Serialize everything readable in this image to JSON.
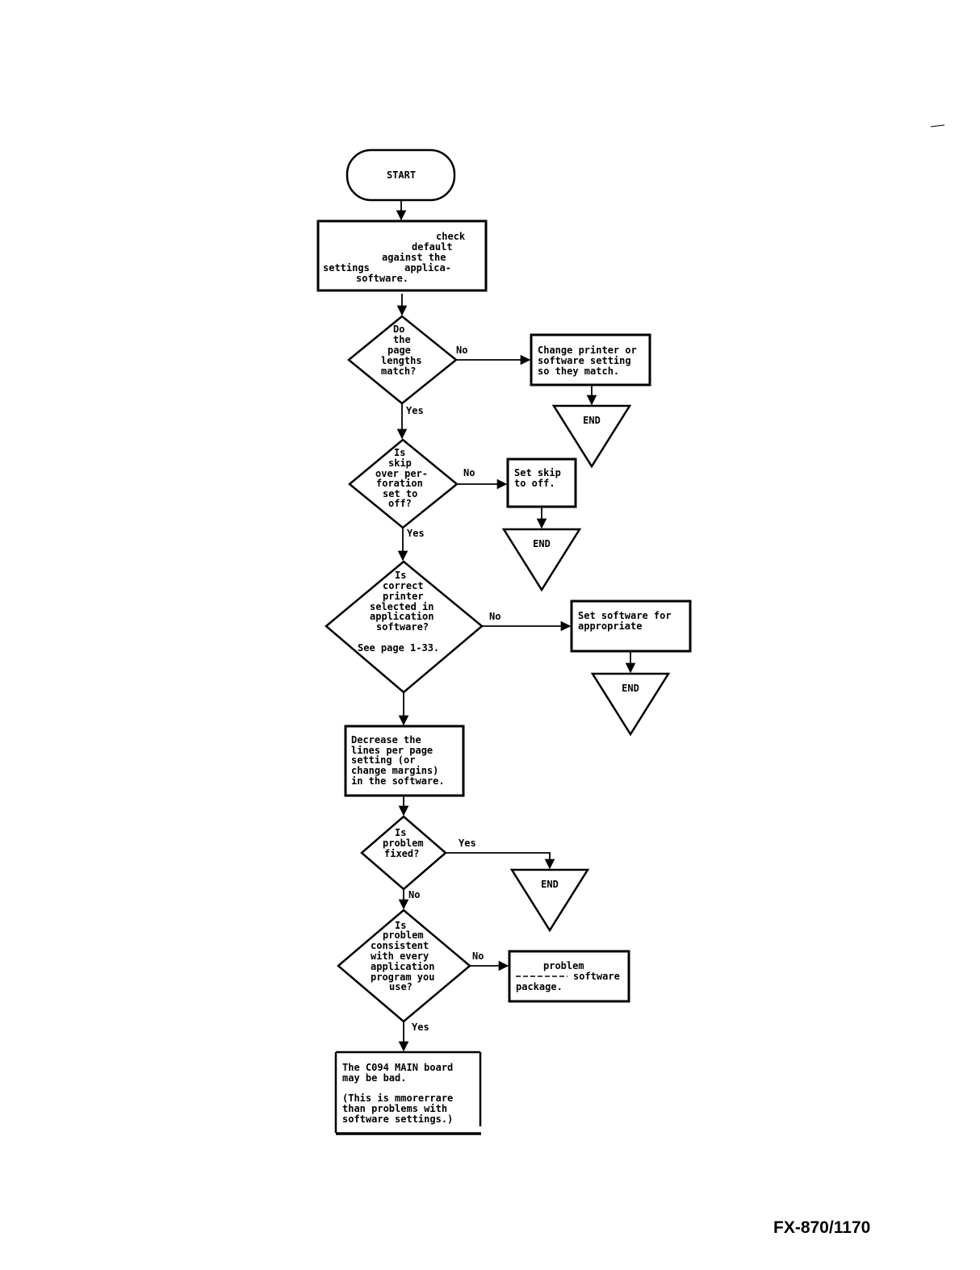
{
  "footer": {
    "model": "FX-870/1170"
  },
  "flowchart": {
    "start": "START",
    "check_defaults": [
      "check",
      "default",
      "against the",
      "settings      applica-",
      "software."
    ],
    "q_page_lengths": [
      "Do",
      "the",
      "page",
      "lengths",
      "match?"
    ],
    "change_setting": [
      "Change printer or",
      "software setting",
      "so they match."
    ],
    "q_skip_perf": [
      "Is",
      "skip",
      "over per-",
      "foration",
      "set to",
      "off?"
    ],
    "set_skip_off": [
      "Set skip",
      "to off."
    ],
    "q_correct_printer": [
      "Is",
      "correct",
      "printer",
      "selected in",
      "application",
      "software?"
    ],
    "see_page": "See page 1-33.",
    "set_software": [
      "Set software for",
      "appropriate"
    ],
    "decrease_lines": [
      "Decrease the",
      "lines per page",
      "setting (or",
      "change margins)",
      "in the software."
    ],
    "q_fixed": [
      "Is",
      "problem",
      "fixed?"
    ],
    "q_consistent": [
      "Is",
      "problem",
      "consistent",
      "with every",
      "application",
      "program you",
      "use?"
    ],
    "software_problem": [
      "problem",
      "software",
      "package."
    ],
    "main_board": [
      "The C094 MAIN board",
      "may be bad.",
      "",
      "(This is mmorerrare",
      "than problems with",
      "software settings.)"
    ],
    "end_label": "END",
    "yes_label": "Yes",
    "no_label": "No"
  }
}
